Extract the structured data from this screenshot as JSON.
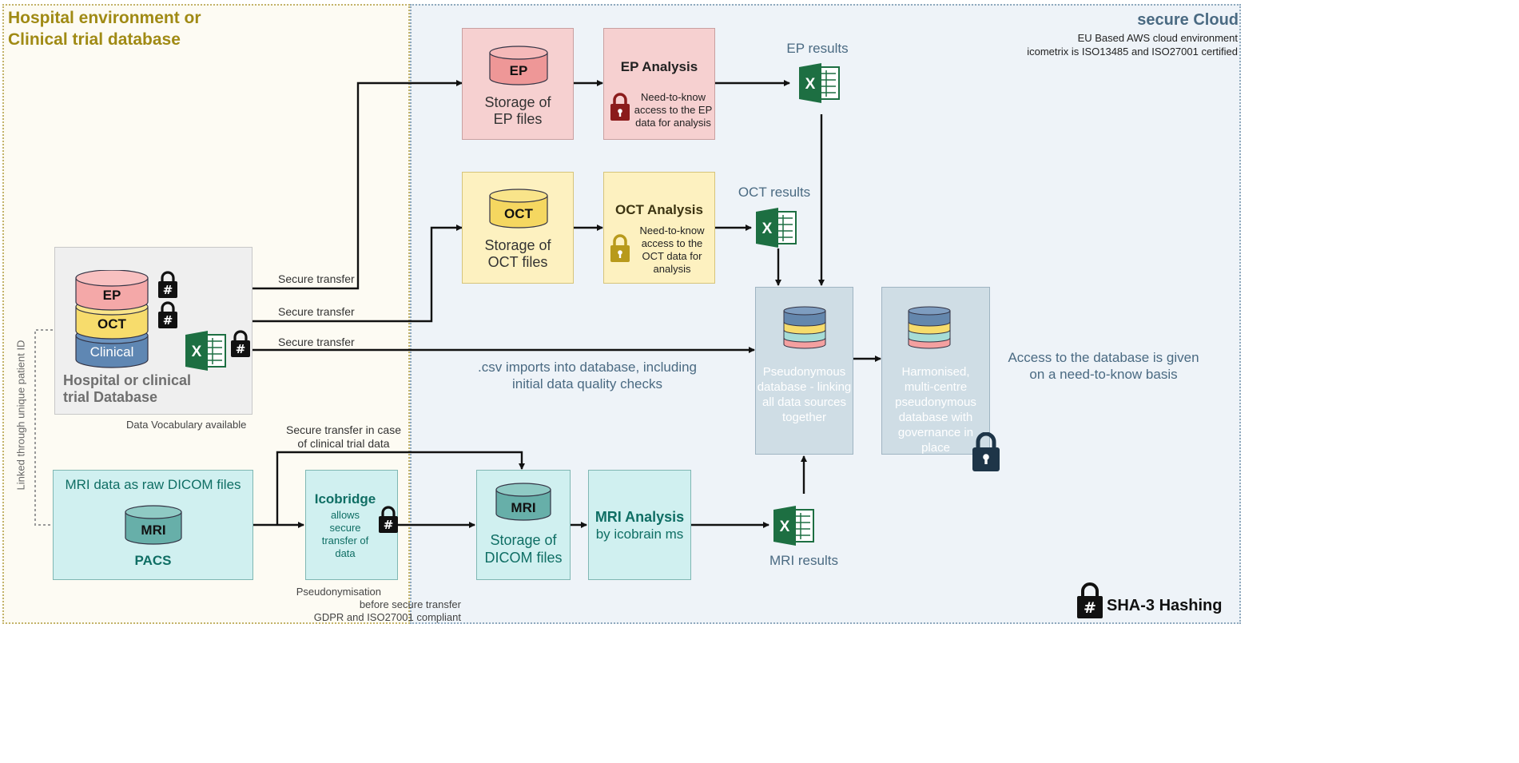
{
  "hospital": {
    "title_line1": "Hospital environment or",
    "title_line2": "Clinical trial database",
    "db_title_line1": "Hospital or clinical",
    "db_title_line2": "trial Database",
    "layers": [
      "EP",
      "OCT",
      "Clinical"
    ],
    "vocabulary_note": "Data Vocabulary available",
    "linked_label": "Linked through unique patient ID",
    "mri_source_title": "MRI data as raw DICOM files",
    "mri_label": "MRI",
    "pacs_label": "PACS",
    "icobridge_title": "Icobridge",
    "icobridge_desc_lines": [
      "allows",
      "secure",
      "transfer of",
      "data"
    ],
    "pseudo_note_lines": [
      "Pseudonymisation",
      "before secure transfer",
      "GDPR and ISO27001 compliant"
    ]
  },
  "transfers": {
    "ep": "Secure transfer",
    "oct": "Secure transfer",
    "clinical": "Secure transfer",
    "clinical_trial_line1": "Secure transfer in case",
    "clinical_trial_line2": "of clinical trial data",
    "csv_line1": ".csv imports into database, including",
    "csv_line2": "initial data quality checks"
  },
  "cloud": {
    "title": "secure Cloud",
    "subtitle_line1": "EU Based AWS cloud environment",
    "subtitle_line2": "icometrix is ISO13485 and ISO27001 certified",
    "ep_storage": {
      "cyl": "EP",
      "line1": "Storage of",
      "line2": "EP files"
    },
    "ep_analysis": {
      "title": "EP Analysis",
      "lines": [
        "Need-to-know",
        "access to the EP",
        "data for analysis"
      ]
    },
    "ep_results": "EP results",
    "oct_storage": {
      "cyl": "OCT",
      "line1": "Storage of",
      "line2": "OCT files"
    },
    "oct_analysis": {
      "title": "OCT Analysis",
      "lines": [
        "Need-to-know",
        "access to the",
        "OCT data for",
        "analysis"
      ]
    },
    "oct_results": "OCT results",
    "mri_storage": {
      "cyl": "MRI",
      "line1": "Storage of",
      "line2": "DICOM files"
    },
    "mri_analysis": {
      "title": "MRI Analysis",
      "subtitle": "by icobrain ms"
    },
    "mri_results": "MRI results",
    "pseudo_db_lines": [
      "Pseudonymous",
      "database - linking",
      "all data sources",
      "together"
    ],
    "harmonised_lines": [
      "Harmonised,",
      "multi-centre",
      "pseudonymous",
      "database with",
      "governance in",
      "place"
    ],
    "access_line1": "Access to the database is given",
    "access_line2": "on a need-to-know basis",
    "legend_label": "SHA-3 Hashing"
  },
  "icons": {
    "hash_lock": "hash-lock-icon",
    "excel": "excel-icon",
    "red_lock": "red-lock-icon",
    "gold_lock": "gold-lock-icon",
    "navy_lock": "navy-lock-icon"
  },
  "colors": {
    "hospital_bg": "#fdfbf3",
    "hospital_border": "#c3b36a",
    "hospital_title": "#a08a14",
    "cloud_bg": "#eef3f8",
    "cloud_title": "#4a6a82",
    "ep_pink": "#f6d0d0",
    "oct_yellow": "#fdf1c0",
    "mri_teal": "#d0f0f0",
    "teal_text": "#0f6e64",
    "db_box": "#cfdde5",
    "excel_green": "#1d6f42"
  }
}
